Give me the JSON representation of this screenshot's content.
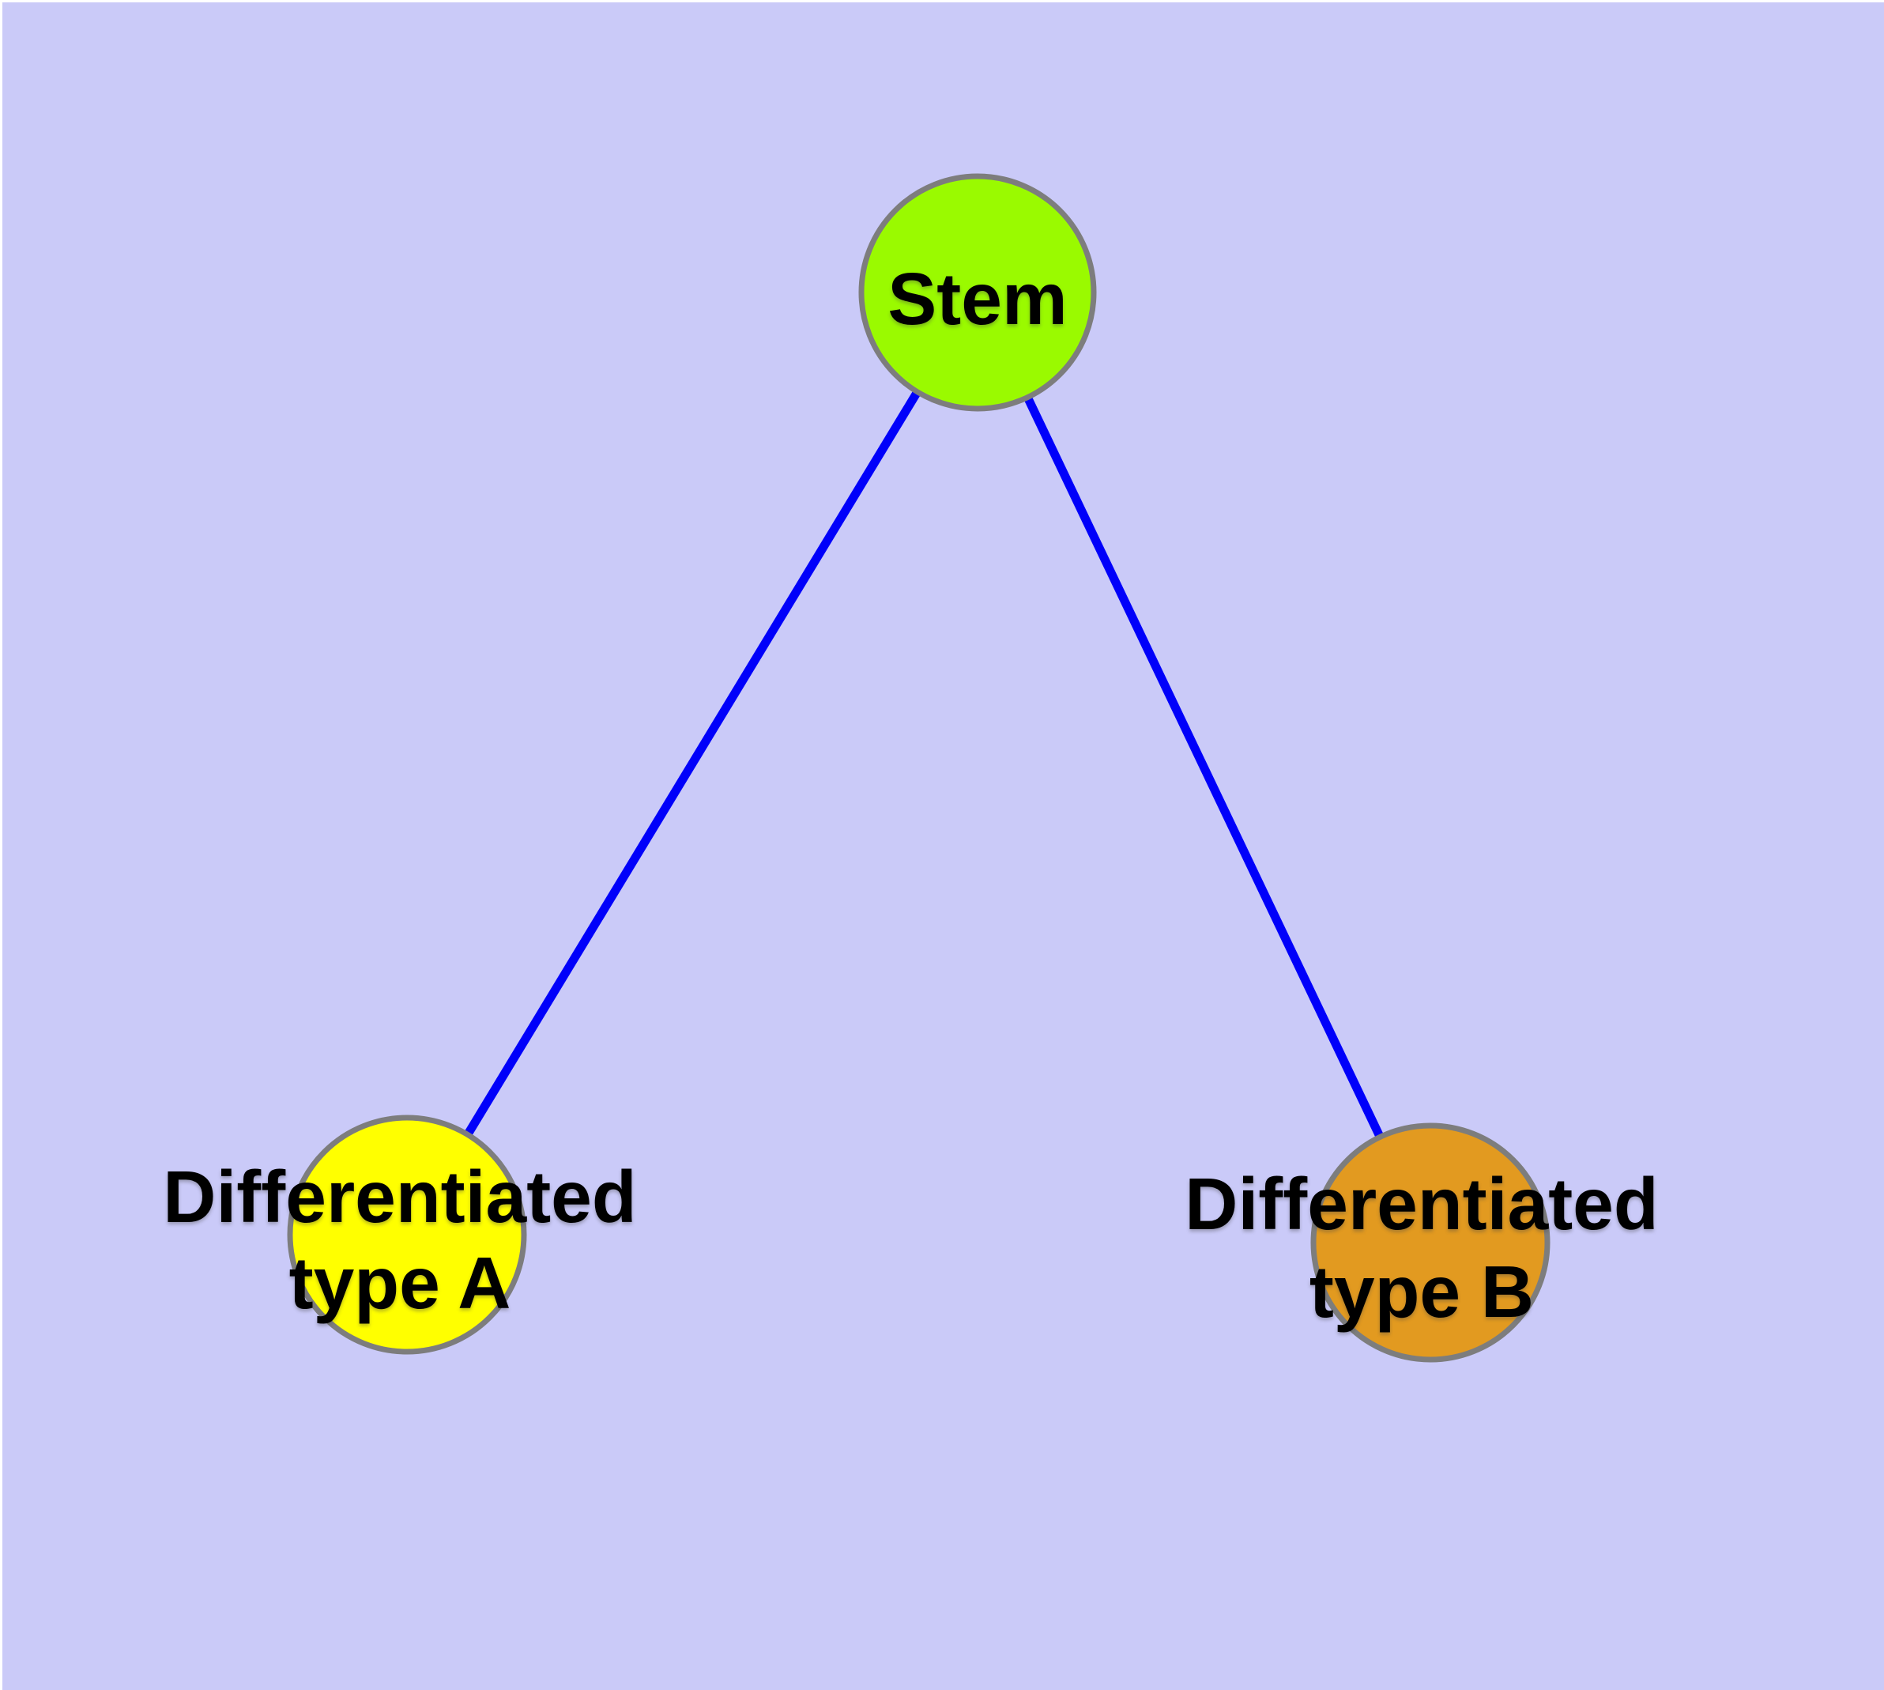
{
  "canvas": {
    "background_color": "#CACAF8",
    "margin_color": "#FFFFFF"
  },
  "graph": {
    "type": "node-link-diagram",
    "edge_color": "#0000FA",
    "node_border_color": "#7D7D7D",
    "label_color": "#000000",
    "nodes": {
      "stem": {
        "label": "Stem",
        "fill": "#9AFA00"
      },
      "type_a": {
        "label_line1": "Differentiated",
        "label_line2": "type A",
        "fill": "#FFFF00"
      },
      "type_b": {
        "label_line1": "Differentiated",
        "label_line2": "type B",
        "fill": "#E29A20"
      }
    },
    "edges": [
      {
        "from": "Stem",
        "to": "Differentiated type A"
      },
      {
        "from": "Stem",
        "to": "Differentiated type B"
      }
    ]
  }
}
